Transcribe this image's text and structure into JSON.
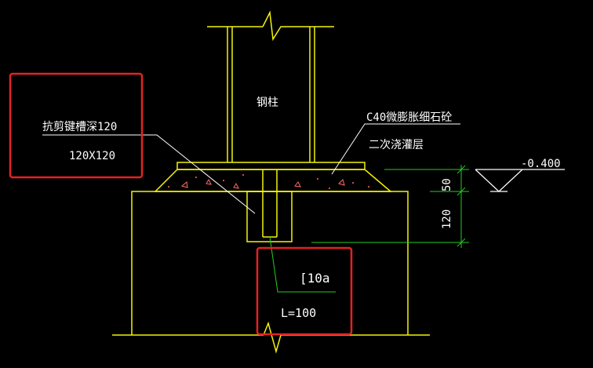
{
  "colors": {
    "background": "#000000",
    "structure": "#f2f20a",
    "leader": "#ffffff",
    "dimension": "#22cc22",
    "highlight": "#e52222",
    "grout_marks": "#ff6a6a"
  },
  "labels": {
    "column": "钢柱",
    "shear_key": "抗剪键槽深120",
    "shear_key_size": "120X120",
    "grout_material": "C40微膨胀细石砼",
    "grout_layer": "二次浇灌层",
    "channel": "[10a",
    "length": "L=100",
    "level": "-0.400",
    "dim_upper": "50",
    "dim_lower": "120"
  }
}
